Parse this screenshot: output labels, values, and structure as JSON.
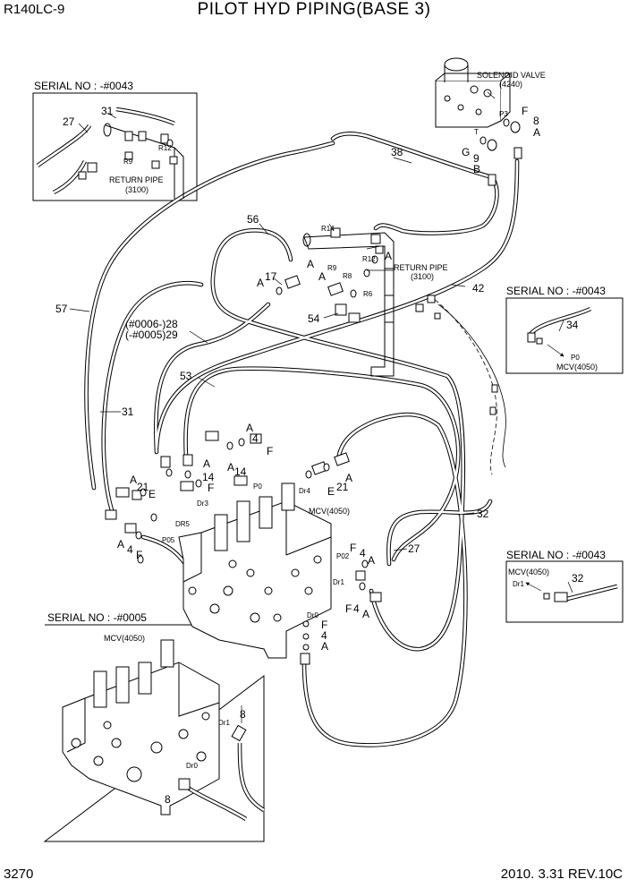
{
  "header": {
    "model": "R140LC-9",
    "title": "PILOT HYD PIPING(BASE 3)"
  },
  "footer": {
    "page_number": "3270",
    "date_revision": "2010. 3.31  REV.10C"
  },
  "insets": {
    "top_left": {
      "serial": "SERIAL NO : -#0043",
      "callouts": [
        "27",
        "31"
      ],
      "ports": [
        "R12",
        "R9"
      ],
      "return_pipe": "RETURN PIPE",
      "return_pipe_code": "(3100)"
    },
    "right_top": {
      "serial": "SERIAL NO : -#0043",
      "callout": "34",
      "port": "P0",
      "mcv": "MCV(4050)"
    },
    "right_bottom": {
      "serial": "SERIAL NO : -#0043",
      "mcv": "MCV(4050)",
      "port": "Dr1",
      "callout": "32"
    },
    "bottom_left": {
      "serial": "SERIAL NO : -#0005",
      "mcv": "MCV(4050)",
      "ports": [
        "Dr1",
        "Dr0"
      ],
      "callouts": [
        "8",
        "8"
      ]
    }
  },
  "main": {
    "solenoid_valve": "SOLENOID VALVE",
    "solenoid_code": "(4240)",
    "sv_port_p3": "P3",
    "sv_port_t": "T",
    "return_pipe": "RETURN PIPE",
    "return_pipe_code": "(3100)",
    "ports": {
      "r14": "R14",
      "r12": "R12",
      "r9": "R9",
      "r8": "R8",
      "r6": "R6",
      "p0": "P0",
      "dr4": "Dr4",
      "dr3": "Dr3",
      "dr5": "DR5",
      "p05": "P05",
      "p02": "P02",
      "dr1": "Dr1",
      "dr0": "Dr0"
    },
    "mcv": "MCV(4050)",
    "callouts": {
      "c38": "38",
      "c56": "56",
      "c57": "57",
      "c42": "42",
      "c54": "54",
      "c53": "53",
      "c31": "31",
      "c32": "32",
      "c27": "27",
      "c28": "(#0006-)28",
      "c29": "(-#0005)29",
      "sv_f": "F",
      "sv_8": "8",
      "sv_a": "A",
      "sv_g": "G",
      "sv_9": "9",
      "sv_b": "B",
      "top_a1": "A",
      "top_17": "17",
      "top_a2": "A",
      "top_a3": "A",
      "top_a4": "A",
      "mid_a1": "A",
      "mid_4": "4",
      "mid_f1": "F",
      "mid_a2": "A",
      "mid_14a": "14",
      "mid_f2": "F",
      "mid_14b": "14",
      "mid_a3": "A",
      "mid_a5": "A",
      "mid_21a": "21",
      "mid_e1": "E",
      "rt_e": "E",
      "rt_21": "21",
      "rt_a": "A",
      "lw_a": "A",
      "lw_4": "4",
      "lw_f": "F",
      "rw_f1": "F",
      "rw_4a": "4",
      "rw_a1": "A",
      "rw_f2": "F",
      "rw_4b": "4",
      "rw_a2": "A",
      "dr0_f": "F",
      "dr0_4": "4",
      "dr0_a": "A"
    }
  }
}
